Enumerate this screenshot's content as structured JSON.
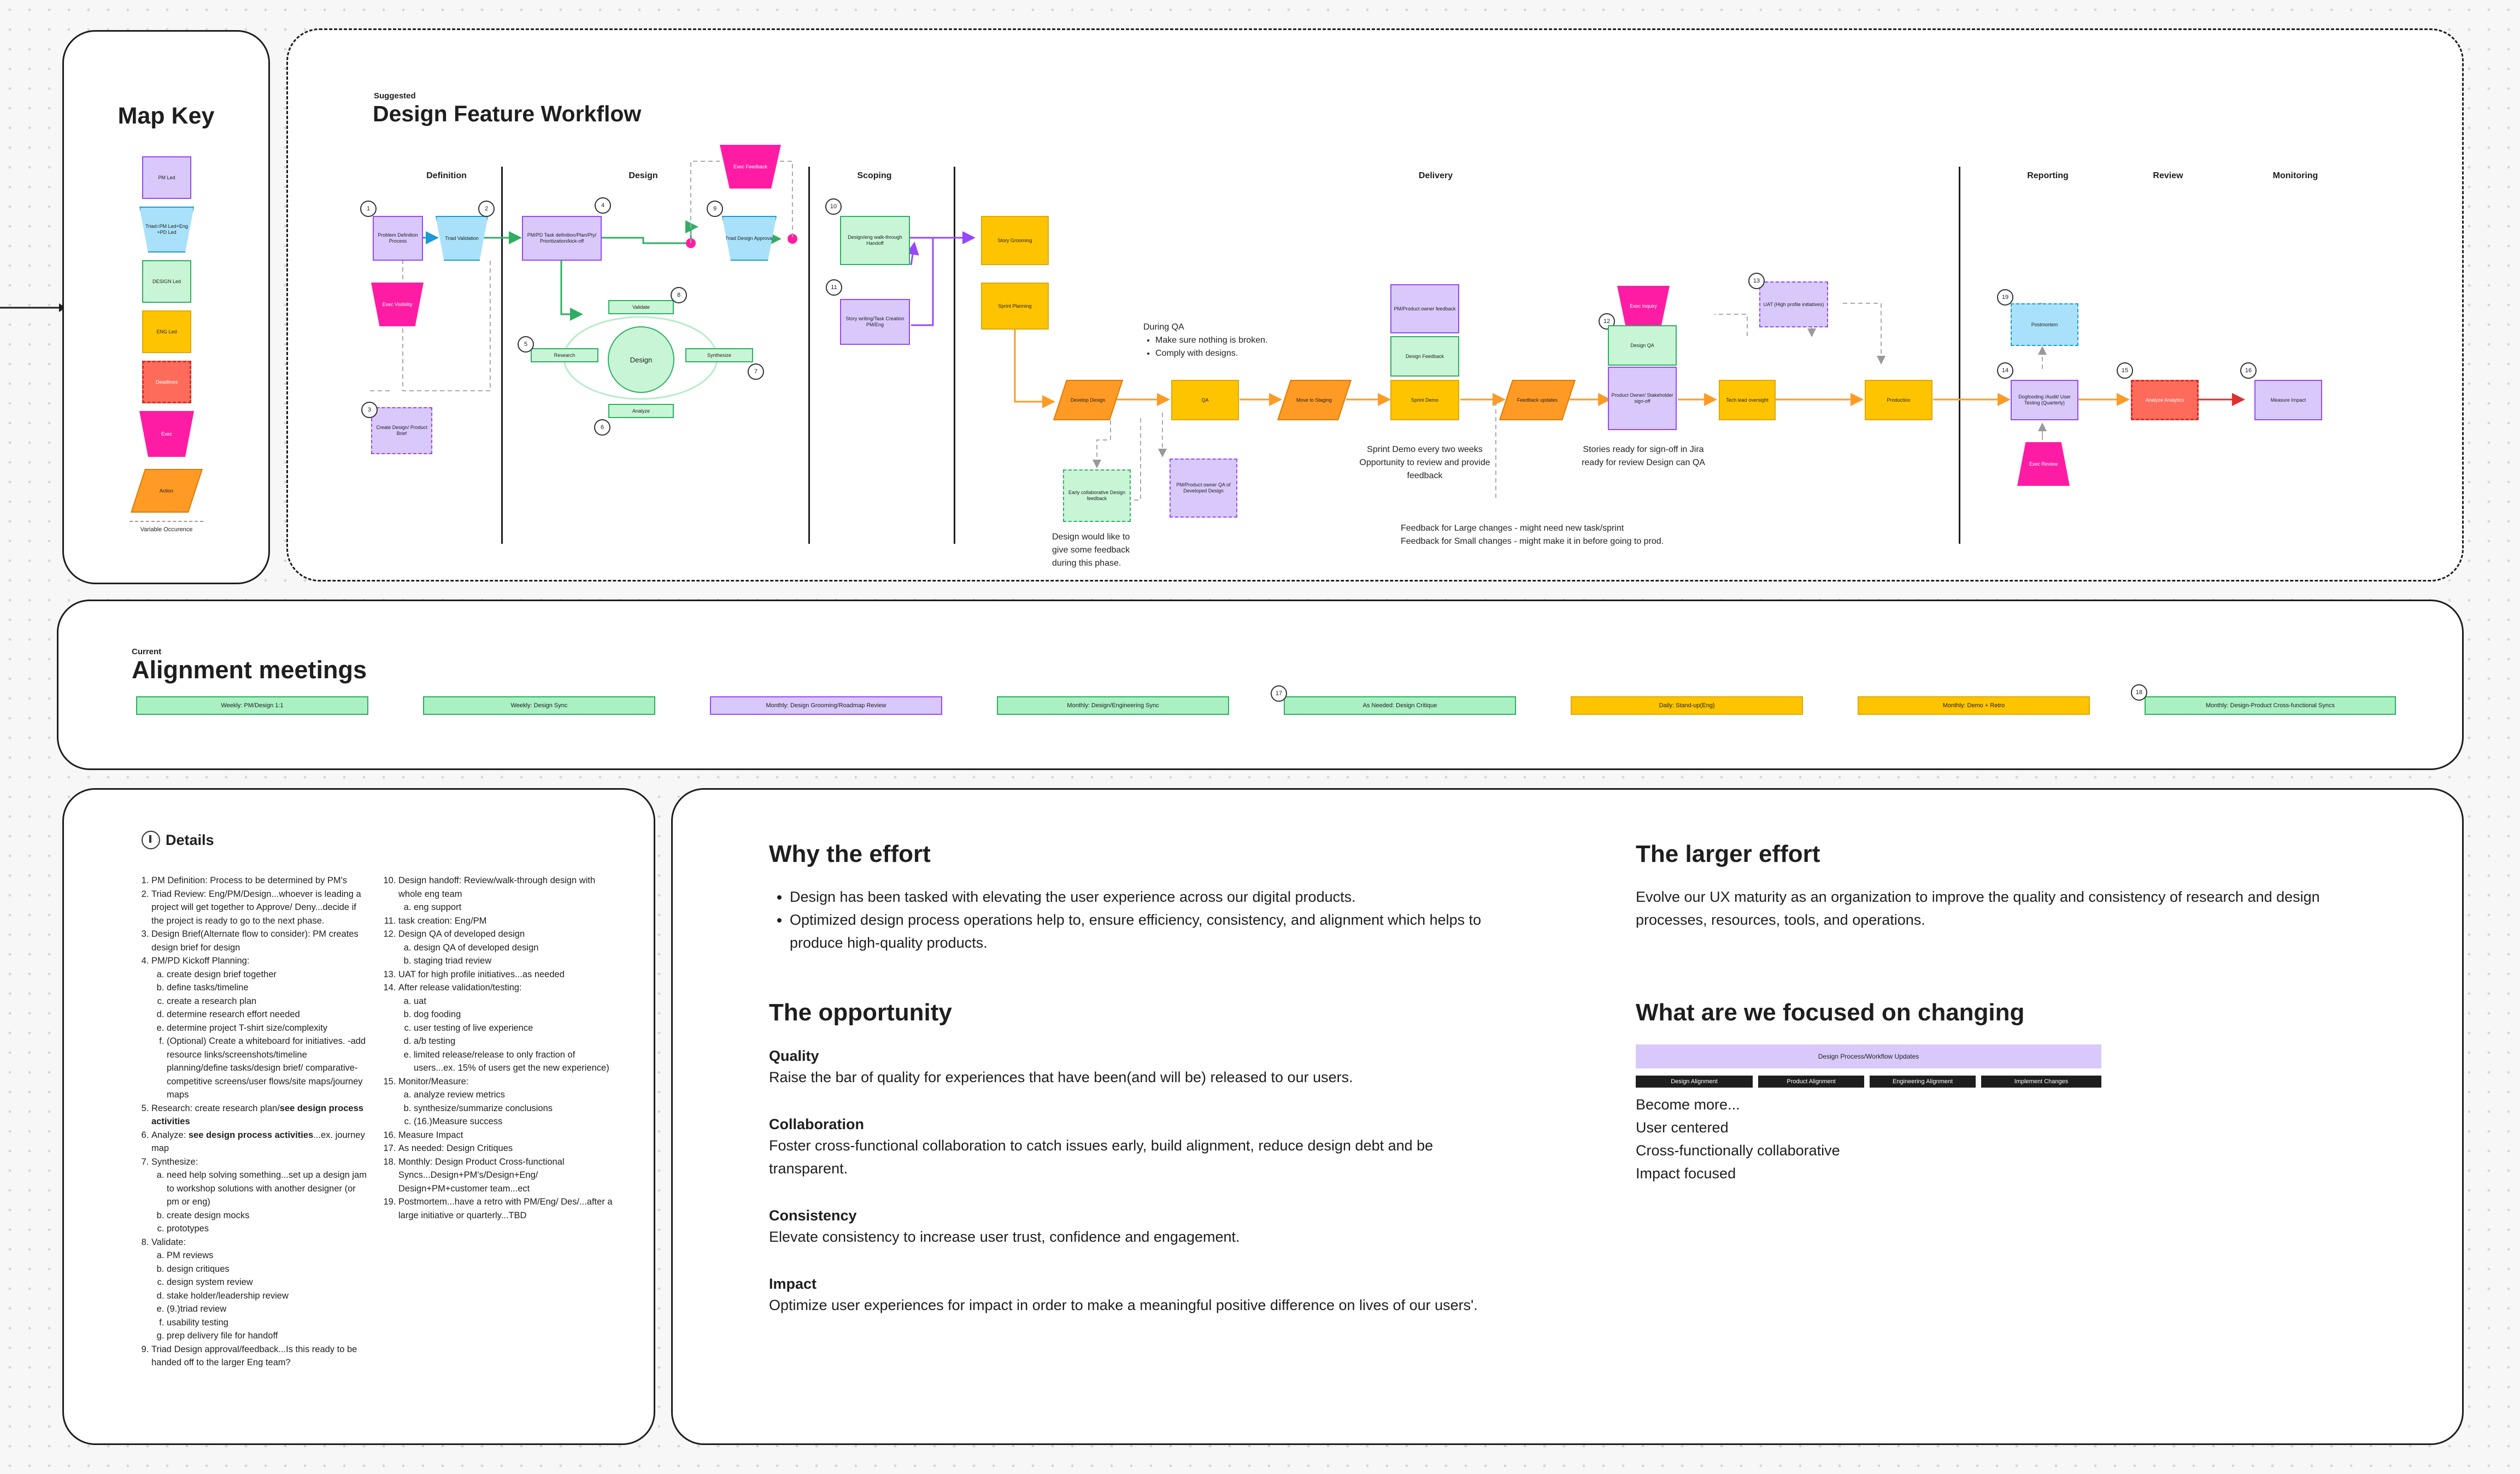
{
  "map_key": {
    "title": "Map Key",
    "items": [
      {
        "label": "PM Led",
        "shape": "square",
        "color": "#d9c9fb"
      },
      {
        "label": "Triad=PM Led+Eng +PD Led",
        "shape": "trapezoid",
        "color": "#a9e1fa"
      },
      {
        "label": "DESIGN Led",
        "shape": "square",
        "color": "#c8f5d6"
      },
      {
        "label": "ENG Led",
        "shape": "square",
        "color": "#ffc400"
      },
      {
        "label": "Deadlines",
        "shape": "dashed-square",
        "color": "#ff6b5b"
      },
      {
        "label": "Exec",
        "shape": "inverted-trapezoid",
        "color": "#ff1ca4"
      },
      {
        "label": "Action",
        "shape": "parallelogram",
        "color": "#ff9a24"
      }
    ],
    "variable_label": "Variable Occurence"
  },
  "workflow": {
    "overline": "Suggested",
    "title": "Design Feature Workflow",
    "phases": [
      "Definition",
      "Design",
      "Scoping",
      "Delivery",
      "Reporting",
      "Review",
      "Monitoring"
    ],
    "numbers": [
      "1",
      "2",
      "3",
      "4",
      "5",
      "6",
      "7",
      "8",
      "9",
      "10",
      "11",
      "12",
      "13",
      "14",
      "15",
      "16",
      "17",
      "18",
      "19"
    ],
    "nodes": {
      "problem_def": "Problem Definition Process",
      "triad_validation": "Triad Validation",
      "exec_visibility": "Exec Visibility",
      "create_design_brief": "Create Design/ Product Brief",
      "pm_pd_kickoff": "PM/PD Task definition/Plan/Pty/ Prioritization/kick-off",
      "exec_feedback": "Exec Feedback",
      "triad_design_approval": "Triad Design Approval",
      "validate": "Validate",
      "research": "Research",
      "design": "Design",
      "synthesize": "Synthesize",
      "analyze": "Analyze",
      "design_walkthrough": "Design/eng walk-through Handoff",
      "story_writing": "Story writing/Task Creation PM/Eng",
      "story_grooming": "Story Grooming",
      "sprint_planning": "Sprint Planning",
      "develop_design": "Develop Design",
      "qa": "QA",
      "move_to_staging": "Move to Staging",
      "sprint_demo": "Sprint Demo",
      "design_feedback": "Design Feedback",
      "pm_product_owner_feedback": "PM/Product owner feedback",
      "feedback_updates": "Feedback updates",
      "design_qa": "Design QA",
      "exec_inquiry": "Exec Inquiry",
      "product_owner_signoff": "Product Owner/ Stakeholder sign-off",
      "tech_lead_oversight": "Tech lead oversight",
      "uat": "UAT (High profile initiatives)",
      "production": "Production",
      "postmortem": "Postmortem",
      "dogfooding": "Dogfooding /Audit/ User Testing (Quarterly)",
      "exec_review": "Exec Review",
      "analyze_analytics": "Analyze Analytics",
      "measure_impact": "Measure Impact",
      "early_collab": "Early collaborative Design feedback",
      "pm_product_owner_qa": "PM/Product owner QA of Developed Design"
    },
    "notes": {
      "during_qa_title": "During QA",
      "during_qa_bullets": [
        "Make sure nothing is broken.",
        "Comply with designs."
      ],
      "sprint_demo_note": "Sprint Demo every two weeks Opportunity to review and provide feedback",
      "stories_note": "Stories ready for sign-off in Jira ready for review Design can QA",
      "early_feedback_note": "Design would like to give some feedback during this phase.",
      "feedback_large": "Feedback for Large changes - might need new task/sprint",
      "feedback_small": "Feedback for Small changes - might make it in before going to prod."
    }
  },
  "alignment": {
    "overline": "Current",
    "title": "Alignment meetings",
    "meetings": [
      {
        "label": "Weekly: PM/Design 1:1",
        "color": "green"
      },
      {
        "label": "Weekly: Design Sync",
        "color": "green"
      },
      {
        "label": "Monthly: Design Grooming/Roadmap Review",
        "color": "purple"
      },
      {
        "label": "Monthly: Design/Engineering Sync",
        "color": "green"
      },
      {
        "label": "As Needed: Design Critique",
        "color": "green",
        "number": "17"
      },
      {
        "label": "Daily: Stand-up(Eng)",
        "color": "yellow"
      },
      {
        "label": "Monthly: Demo + Retro",
        "color": "yellow"
      },
      {
        "label": "Monthly: Design-Product Cross-functional Syncs",
        "color": "green",
        "number": "18"
      }
    ]
  },
  "details": {
    "title": "Details",
    "col1": [
      {
        "text": "PM Definition: Process to be determined by PM's"
      },
      {
        "text": "Triad Review: Eng/PM/Design...whoever is leading a project will get together to Approve/ Deny...decide if the project is ready to go to the next phase."
      },
      {
        "text": "Design Brief(Alternate flow to consider): PM creates design brief for design"
      },
      {
        "text": "PM/PD Kickoff Planning:",
        "sub": [
          "create design brief together",
          "define tasks/timeline",
          "create a research plan",
          "determine research effort needed",
          "determine project T-shirt size/complexity",
          "(Optional) Create a whiteboard for initiatives. -add resource links/screenshots/timeline planning/define tasks/design brief/ comparative-competitive screens/user flows/site maps/journey maps"
        ]
      },
      {
        "text": "Research: create research plan/",
        "bold": "see design process activities"
      },
      {
        "text": "Analyze: ",
        "bold": "see design process activities",
        "tail": "...ex. journey map"
      },
      {
        "text": "Synthesize:",
        "sub": [
          "need help solving something...set up a design jam to workshop solutions with another designer (or pm or eng)",
          "create design mocks",
          "prototypes"
        ]
      },
      {
        "text": "Validate:",
        "sub": [
          "PM reviews",
          "design critiques",
          "design system review",
          "stake holder/leadership review",
          "(9.)triad review",
          "usability testing",
          "prep delivery file for handoff"
        ]
      },
      {
        "text": "Triad Design approval/feedback...Is this ready to be handed off to the larger Eng team?"
      }
    ],
    "col2": [
      {
        "text": "Design handoff: Review/walk-through design with whole eng team",
        "sub": [
          "eng support"
        ]
      },
      {
        "text": "task creation: Eng/PM"
      },
      {
        "text": "Design QA of developed design",
        "sub": [
          "design QA of developed design",
          "staging triad review"
        ]
      },
      {
        "text": "UAT for high profile initiatives...as needed"
      },
      {
        "text": "After release validation/testing:",
        "sub": [
          "uat",
          "dog fooding",
          "user testing of live experience",
          "a/b testing",
          "limited release/release to only fraction of users...ex. 15% of users get the new experience)"
        ]
      },
      {
        "text": "Monitor/Measure:",
        "sub": [
          "analyze review metrics",
          "synthesize/summarize conclusions",
          "(16.)Measure success"
        ]
      },
      {
        "text": "Measure Impact"
      },
      {
        "text": "As needed: Design Critiques"
      },
      {
        "text": "Monthly: Design Product Cross-functional Syncs...Design+PM's/Design+Eng/ Design+PM+customer team...ect"
      },
      {
        "text": "Postmortem...have a retro with PM/Eng/ Des/...after a large initiative or quarterly...TBD"
      }
    ]
  },
  "effort": {
    "why_title": "Why the effort",
    "why_bullets": [
      "Design has been tasked with elevating the user experience across our digital products.",
      "Optimized design process operations help to, ensure efficiency, consistency, and alignment which helps to produce high-quality products."
    ],
    "larger_title": "The larger effort",
    "larger_text": "Evolve our UX maturity as an organization to improve the quality and consistency of research and design processes, resources,  tools, and operations.",
    "opportunity_title": "The opportunity",
    "opportunities": [
      {
        "title": "Quality",
        "text": "Raise the bar of quality for experiences that have been(and will be) released to our users."
      },
      {
        "title": "Collaboration",
        "text": "Foster cross-functional collaboration to catch issues early, build alignment, reduce design debt and be transparent."
      },
      {
        "title": "Consistency",
        "text": "Elevate consistency to increase user trust, confidence and engagement."
      },
      {
        "title": "Impact",
        "text": "Optimize user experiences for impact in order to make a meaningful positive difference on lives of our users'."
      }
    ],
    "focus_title": "What are we focused on changing",
    "focus_banner": "Design Process/Workflow Updates",
    "focus_tags": [
      "Design Alignment",
      "Product Alignment",
      "Engineering Alignment",
      "Implement Changes"
    ],
    "focus_list": [
      "Become more...",
      "User centered",
      "Cross-functionally collaborative",
      "Impact focused"
    ]
  },
  "colors": {
    "pm": "#d9c9fb",
    "triad": "#a9e1fa",
    "design": "#c8f5d6",
    "eng": "#ffc400",
    "deadline": "#ff6b5b",
    "exec": "#ff1ca4",
    "action": "#ff9a24"
  }
}
